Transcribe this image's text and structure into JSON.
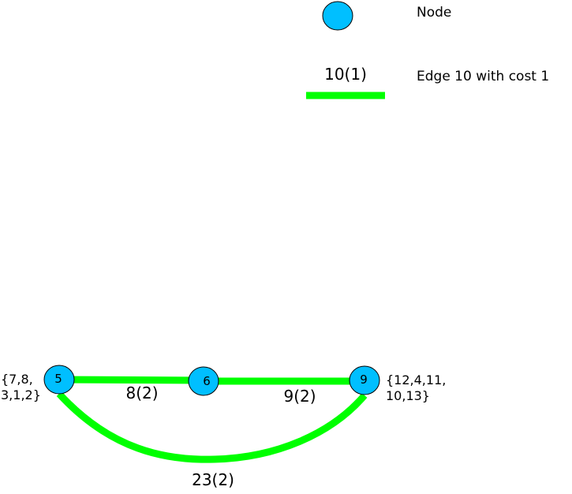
{
  "colors": {
    "node_fill": "#00bfff",
    "node_stroke": "#000000",
    "edge": "#00ff00",
    "text": "#000000",
    "background": "#ffffff"
  },
  "legend": {
    "node_icon": "circle",
    "node_label": "Node",
    "edge_example_label": "10(1)",
    "edge_label": "Edge 10 with cost 1"
  },
  "graph": {
    "nodes": [
      {
        "id": "5",
        "set_line1": "{7,8,",
        "set_line2": "3,1,2}"
      },
      {
        "id": "6"
      },
      {
        "id": "9",
        "set_line1": "{12,4,11,",
        "set_line2": "10,13}"
      }
    ],
    "edges": [
      {
        "from": "5",
        "to": "6",
        "label": "8(2)"
      },
      {
        "from": "6",
        "to": "9",
        "label": "9(2)"
      },
      {
        "from": "5",
        "to": "9",
        "label": "23(2)"
      }
    ]
  }
}
